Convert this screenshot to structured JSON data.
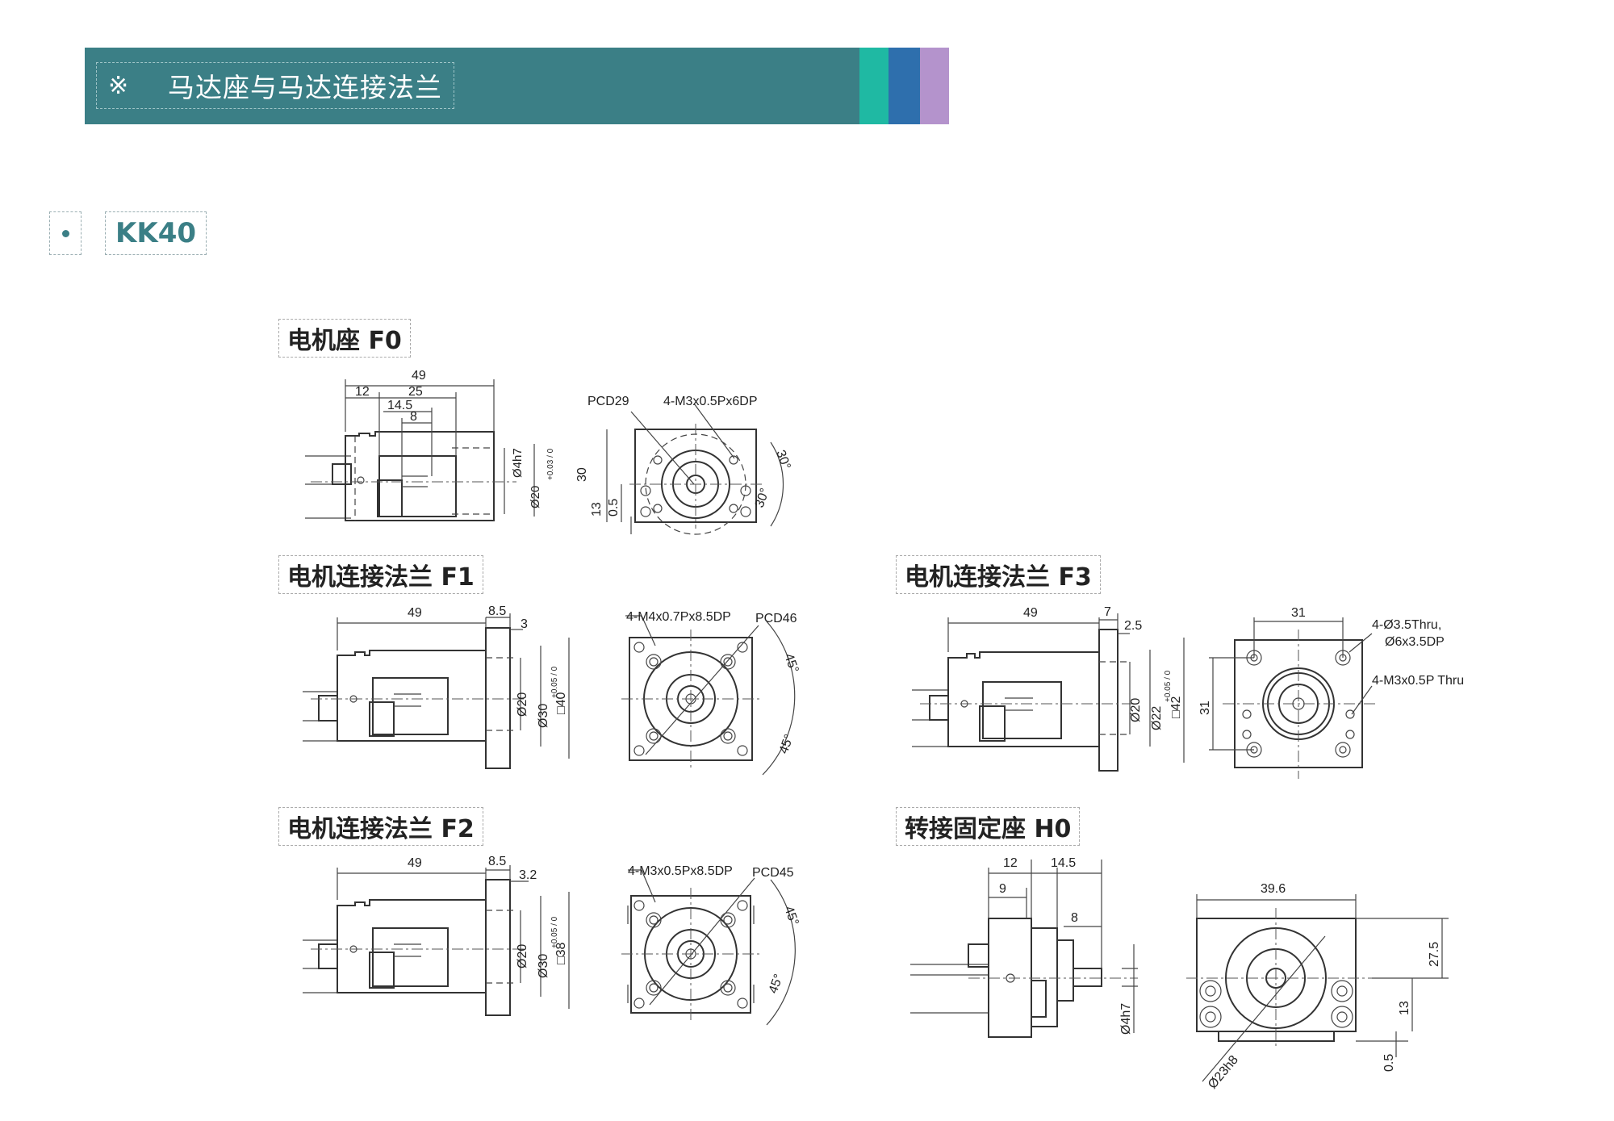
{
  "header": {
    "mark": "※",
    "title": "马达座与马达连接法兰",
    "colors": {
      "banner": "#3b7f86",
      "stripe_teal": "#1fb9a3",
      "stripe_blue": "#2e6fad",
      "stripe_purple": "#b493cc"
    }
  },
  "model": {
    "bullet": "•",
    "label": "KK40"
  },
  "sections": {
    "f0": {
      "label": "电机座 F0",
      "side": {
        "d49": "49",
        "d12": "12",
        "d25": "25",
        "d14_5": "14.5",
        "d8": "8",
        "dia4": "Ø4h7",
        "dia20": "Ø20",
        "tol": "+0.03 / 0"
      },
      "front": {
        "pcd": "PCD29",
        "thread": "4-M3x0.5Px6DP",
        "d30": "30",
        "d13": "13",
        "d0_5": "0.5",
        "ang1": "30°",
        "ang2": "30°"
      }
    },
    "f1": {
      "label": "电机连接法兰 F1",
      "side": {
        "d49": "49",
        "d8_5": "8.5",
        "d3": "3",
        "dia20": "Ø20",
        "dia30": "Ø30",
        "tol": "+0.05 / 0",
        "sq40": "□40"
      },
      "front": {
        "thread": "4-M4x0.7Px8.5DP",
        "pcd": "PCD46",
        "ang1": "45°",
        "ang2": "45°"
      }
    },
    "f2": {
      "label": "电机连接法兰 F2",
      "side": {
        "d49": "49",
        "d8_5": "8.5",
        "d3_2": "3.2",
        "dia20": "Ø20",
        "dia30": "Ø30",
        "tol": "+0.05 / 0",
        "sq38": "□38"
      },
      "front": {
        "thread": "4-M3x0.5Px8.5DP",
        "pcd": "PCD45",
        "ang1": "45°",
        "ang2": "45°"
      }
    },
    "f3": {
      "label": "电机连接法兰 F3",
      "side": {
        "d49": "49",
        "d7": "7",
        "d2_5": "2.5",
        "dia20": "Ø20",
        "dia22": "Ø22",
        "tol": "+0.05 / 0",
        "sq42": "□42"
      },
      "front": {
        "d31w": "31",
        "d31h": "31",
        "hole1": "4-Ø3.5Thru,",
        "hole2": "Ø6x3.5DP",
        "thread": "4-M3x0.5P Thru"
      }
    },
    "h0": {
      "label": "转接固定座 H0",
      "side": {
        "d12": "12",
        "d14_5": "14.5",
        "d9": "9",
        "d8": "8",
        "dia4": "Ø4h7"
      },
      "front": {
        "d39_6": "39.6",
        "d27_5": "27.5",
        "d13": "13",
        "d0_5": "0.5",
        "dia23": "Ø23h8"
      }
    }
  }
}
